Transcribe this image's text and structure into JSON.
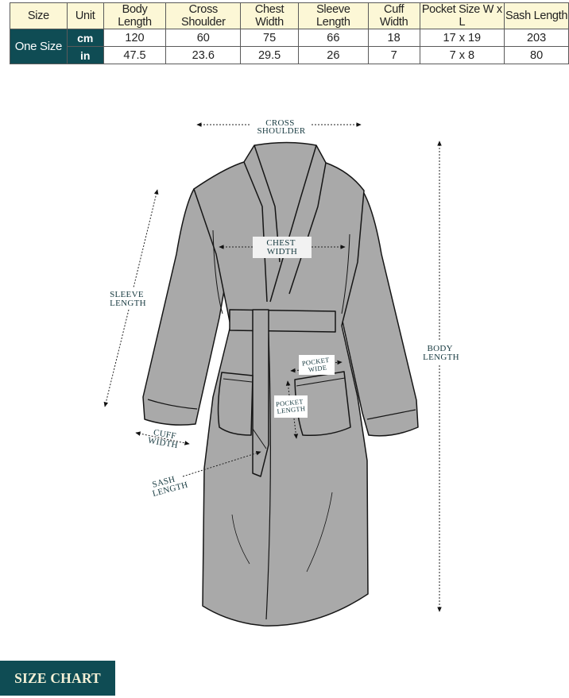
{
  "size_table": {
    "headers": [
      "Size",
      "Unit",
      "Body Length",
      "Cross Shoulder",
      "Chest Width",
      "Sleeve Length",
      "Cuff Width",
      "Pocket Size W x L",
      "Sash Length"
    ],
    "size_label": "One Size",
    "rows": [
      {
        "unit": "cm",
        "values": [
          "120",
          "60",
          "75",
          "66",
          "18",
          "17 x 19",
          "203"
        ]
      },
      {
        "unit": "in",
        "values": [
          "47.5",
          "23.6",
          "29.5",
          "26",
          "7",
          "7 x 8",
          "80"
        ]
      }
    ],
    "colors": {
      "header_bg": "#fcf7d6",
      "size_bg": "#0f4c54",
      "cell_bg": "#ffffff"
    }
  },
  "diagram": {
    "garment": "robe",
    "garment_color": "#a9a9a9",
    "labels": {
      "cross_shoulder": [
        "CROSS",
        "SHOULDER"
      ],
      "chest_width": [
        "CHEST",
        "WIDTH"
      ],
      "sleeve_length": [
        "SLEEVE",
        "LENGTH"
      ],
      "body_length": [
        "BODY",
        "LENGTH"
      ],
      "pocket_wide": [
        "POCKET",
        "WIDE"
      ],
      "pocket_length": [
        "POCKET",
        "LENGTH"
      ],
      "cuff_width": [
        "CUFF",
        "WIDTH"
      ],
      "sash_length": [
        "SASH",
        "LENGTH"
      ]
    }
  },
  "badge": {
    "label": "SIZE CHART"
  }
}
